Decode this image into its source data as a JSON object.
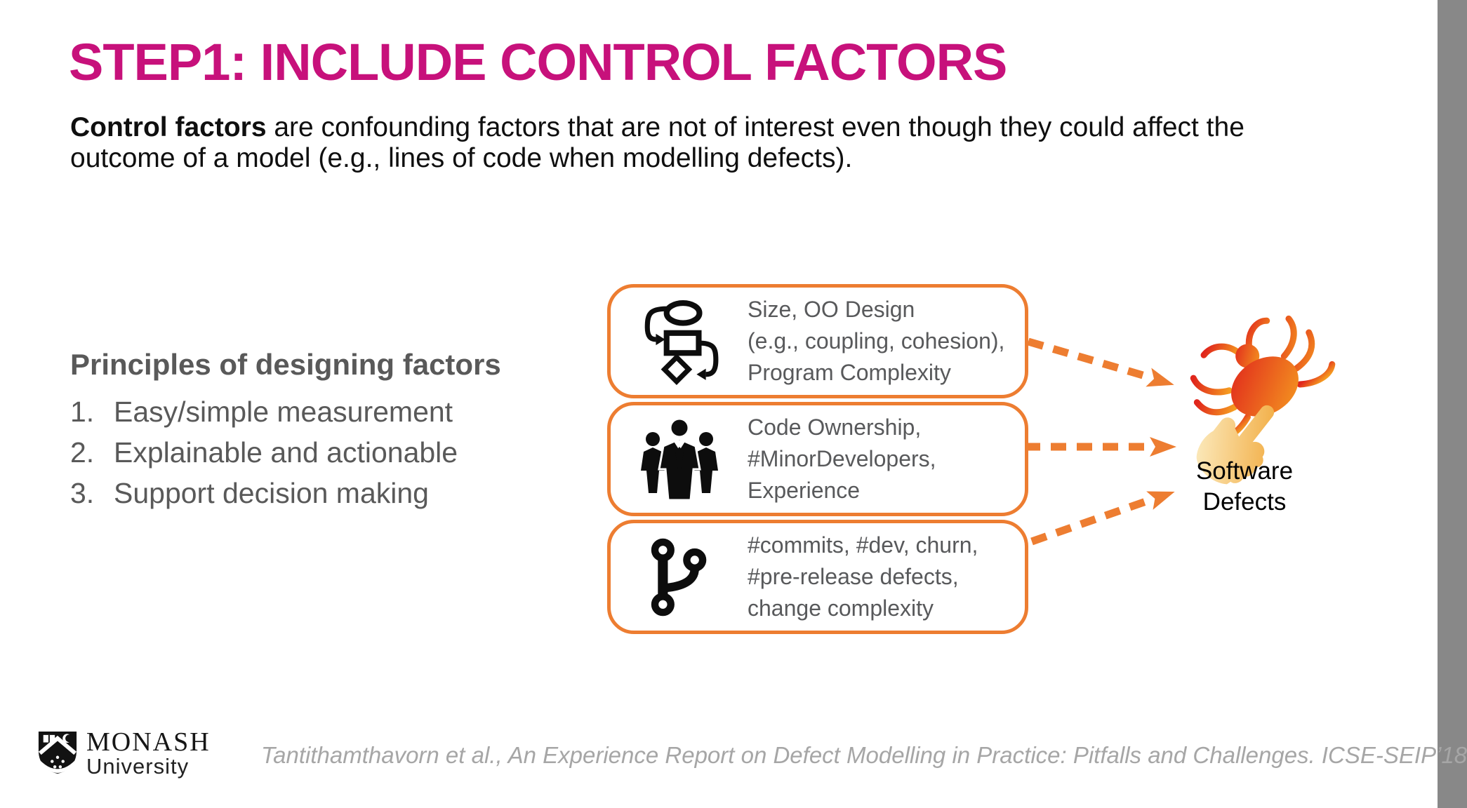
{
  "slide": {
    "title": "STEP1: INCLUDE CONTROL FACTORS",
    "intro": {
      "bold": "Control factors",
      "line1_rest": " are confounding factors that are not of interest even though they could affect the",
      "line2": "outcome of a model (e.g., lines of code when modelling defects)."
    },
    "principles": {
      "heading": "Principles of designing factors",
      "items": [
        {
          "num": "1.",
          "label": "Easy/simple measurement"
        },
        {
          "num": "2.",
          "label": "Explainable and actionable"
        },
        {
          "num": "3.",
          "label": "Support decision making"
        }
      ]
    },
    "factor_boxes": [
      {
        "icon": "flowchart-icon",
        "lines": [
          "Size, OO Design",
          "(e.g., coupling, cohesion),",
          "Program Complexity"
        ]
      },
      {
        "icon": "team-icon",
        "lines": [
          "Code Ownership,",
          "#MinorDevelopers,",
          "Experience"
        ]
      },
      {
        "icon": "git-branch-icon",
        "lines": [
          "#commits, #dev, churn,",
          "#pre-release defects,",
          "change complexity"
        ]
      }
    ],
    "target": {
      "line1": "Software",
      "line2": "Defects"
    },
    "footer": {
      "logo_name": "MONASH",
      "logo_sub": "University",
      "citation": "Tantithamthavorn et al., An Experience Report on Defect Modelling in Practice: Pitfalls and Challenges. ICSE-SEIP’18"
    },
    "colors": {
      "magenta": "#C7117B",
      "orange": "#ED7D31",
      "gray": "#595959",
      "citation_gray": "#A6A6A6"
    }
  }
}
